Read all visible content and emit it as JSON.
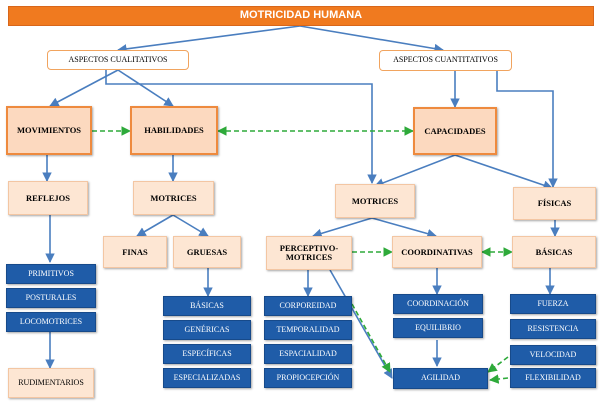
{
  "title": "MOTRICIDAD HUMANA",
  "aspects": {
    "qualitative": "ASPECTOS CUALITATIVOS",
    "quantitative": "ASPECTOS CUANTITATIVOS"
  },
  "main": {
    "movimientos": "MOVIMIENTOS",
    "habilidades": "HABILIDADES",
    "capacidades": "CAPACIDADES"
  },
  "level2": {
    "reflejos": "REFLEJOS",
    "motrices_habilidades": "MOTRICES",
    "motrices_capacidades": "MOTRICES",
    "fisicas": "FÍSICAS"
  },
  "level3": {
    "finas": "FINAS",
    "gruesas": "GRUESAS",
    "perceptivo_line1": "PERCEPTIVO-",
    "perceptivo_line2": "MOTRICES",
    "coordinativas": "COORDINATIVAS",
    "basicas": "BÁSICAS"
  },
  "reflejos_items": [
    "PRIMITIVOS",
    "POSTURALES",
    "LOCOMOTRICES"
  ],
  "rudimentarios": "RUDIMENTARIOS",
  "gruesas_items": [
    "BÁSICAS",
    "GENÉRICAS",
    "ESPECÍFICAS",
    "ESPECIALIZADAS"
  ],
  "perceptivo_items": [
    "CORPOREIDAD",
    "TEMPORALIDAD",
    "ESPACIALIDAD",
    "PROPIOCEPCIÓN"
  ],
  "coordinativas_items": [
    "COORDINACIÓN",
    "EQUILIBRIO",
    "AGILIDAD"
  ],
  "basicas_items": [
    "FUERZA",
    "RESISTENCIA",
    "VELOCIDAD",
    "FLEXIBILIDAD"
  ],
  "colors": {
    "title": "#f07a1f",
    "connector": "#4a7ebf",
    "dashed": "#2eaa3a",
    "major_fill": "#fcd9bf",
    "leaf_fill": "#1f5ca8"
  }
}
